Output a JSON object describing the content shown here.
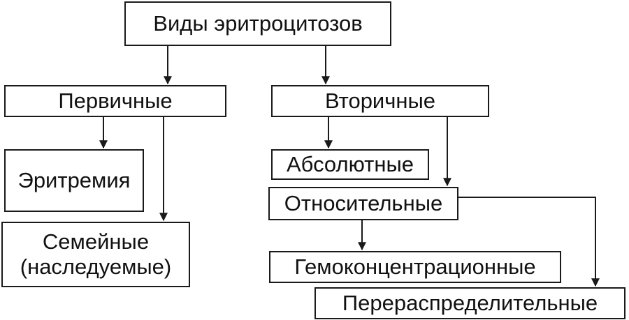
{
  "diagram": {
    "root": "Виды эритроцитозов",
    "primary": "Первичные",
    "secondary": "Вторичные",
    "erythremia": "Эритремия",
    "familial": [
      "Семейные",
      "(наследуемые)"
    ],
    "absolute": "Абсолютные",
    "relative": "Относительные",
    "hemoconcentration": "Гемоконцентрационные",
    "redistributive": "Перераспределительные"
  }
}
